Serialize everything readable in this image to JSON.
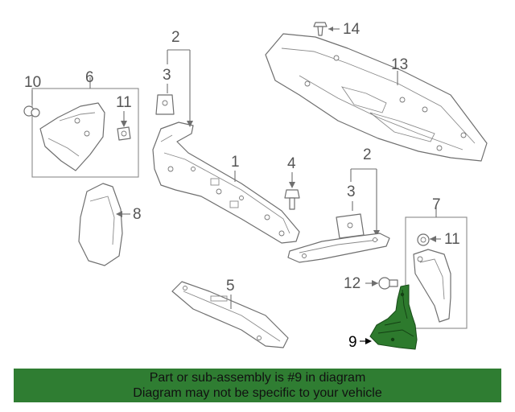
{
  "callouts": {
    "c1": "1",
    "c2a": "2",
    "c2b": "2",
    "c3a": "3",
    "c3b": "3",
    "c4": "4",
    "c5": "5",
    "c6": "6",
    "c7": "7",
    "c8": "8",
    "c9": "9",
    "c10": "10",
    "c11a": "11",
    "c11b": "11",
    "c12": "12",
    "c13": "13",
    "c14": "14"
  },
  "banner": {
    "line1": "Part or sub-assembly is #9 in diagram",
    "line2": "Diagram may not be specific to your vehicle"
  },
  "colors": {
    "highlight": "#2d7a2d",
    "banner": "#2f7d32"
  }
}
